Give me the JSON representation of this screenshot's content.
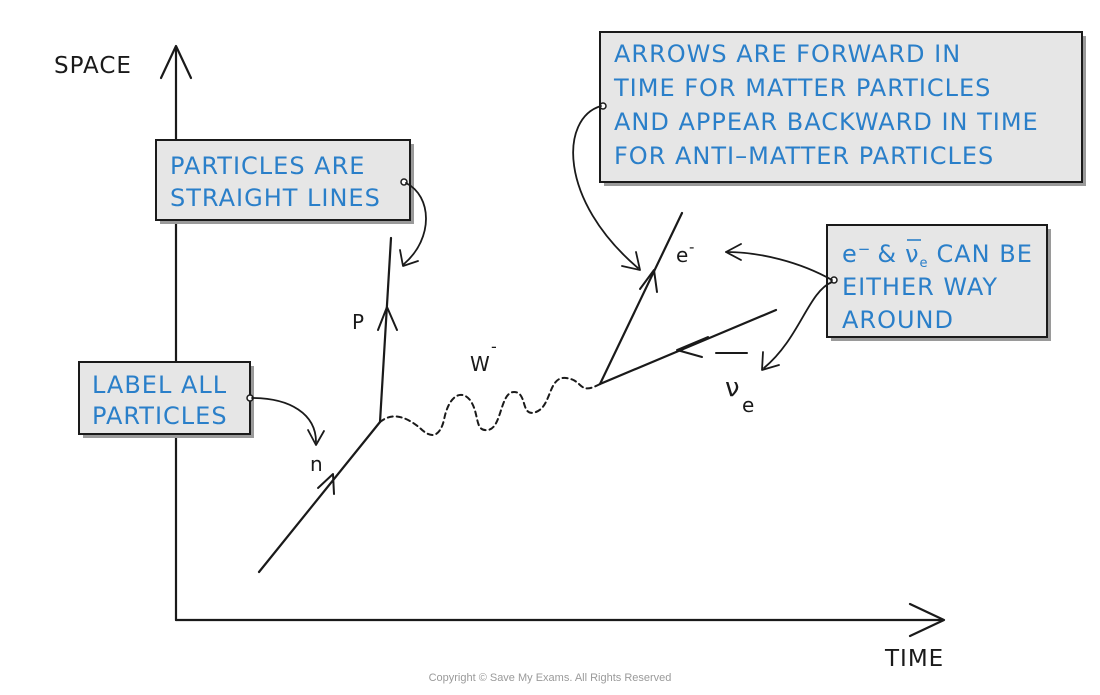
{
  "axes": {
    "y_label": "SPACE",
    "x_label": "TIME"
  },
  "particles": {
    "proton": "P",
    "neutron": "n",
    "w_boson": "W",
    "w_charge": "-",
    "electron": "e",
    "electron_charge": "-",
    "antineutrino": "ν",
    "antineutrino_sub": "e"
  },
  "notes": {
    "label_all": [
      "LABEL ALL",
      "PARTICLES"
    ],
    "straight_lines": [
      "PARTICLES ARE",
      "STRAIGHT LINES"
    ],
    "arrows": [
      "ARROWS ARE FORWARD IN",
      "TIME FOR MATTER PARTICLES",
      "AND APPEAR BACKWARD IN TIME",
      "FOR ANTI–MATTER PARTICLES"
    ],
    "either_way": {
      "line1_electron": "e",
      "line1_electron_sup": "−",
      "line1_amp": "&",
      "line1_nu": "ν",
      "line1_nu_sub": "e",
      "line1_rest": "CAN BE",
      "line2": "EITHER WAY",
      "line3": "AROUND"
    }
  },
  "copyright": "Copyright © Save My Exams. All Rights Reserved",
  "colors": {
    "note_text": "#2a7fc9",
    "note_fill": "#e6e6e6",
    "ink": "#1a1a1a"
  }
}
